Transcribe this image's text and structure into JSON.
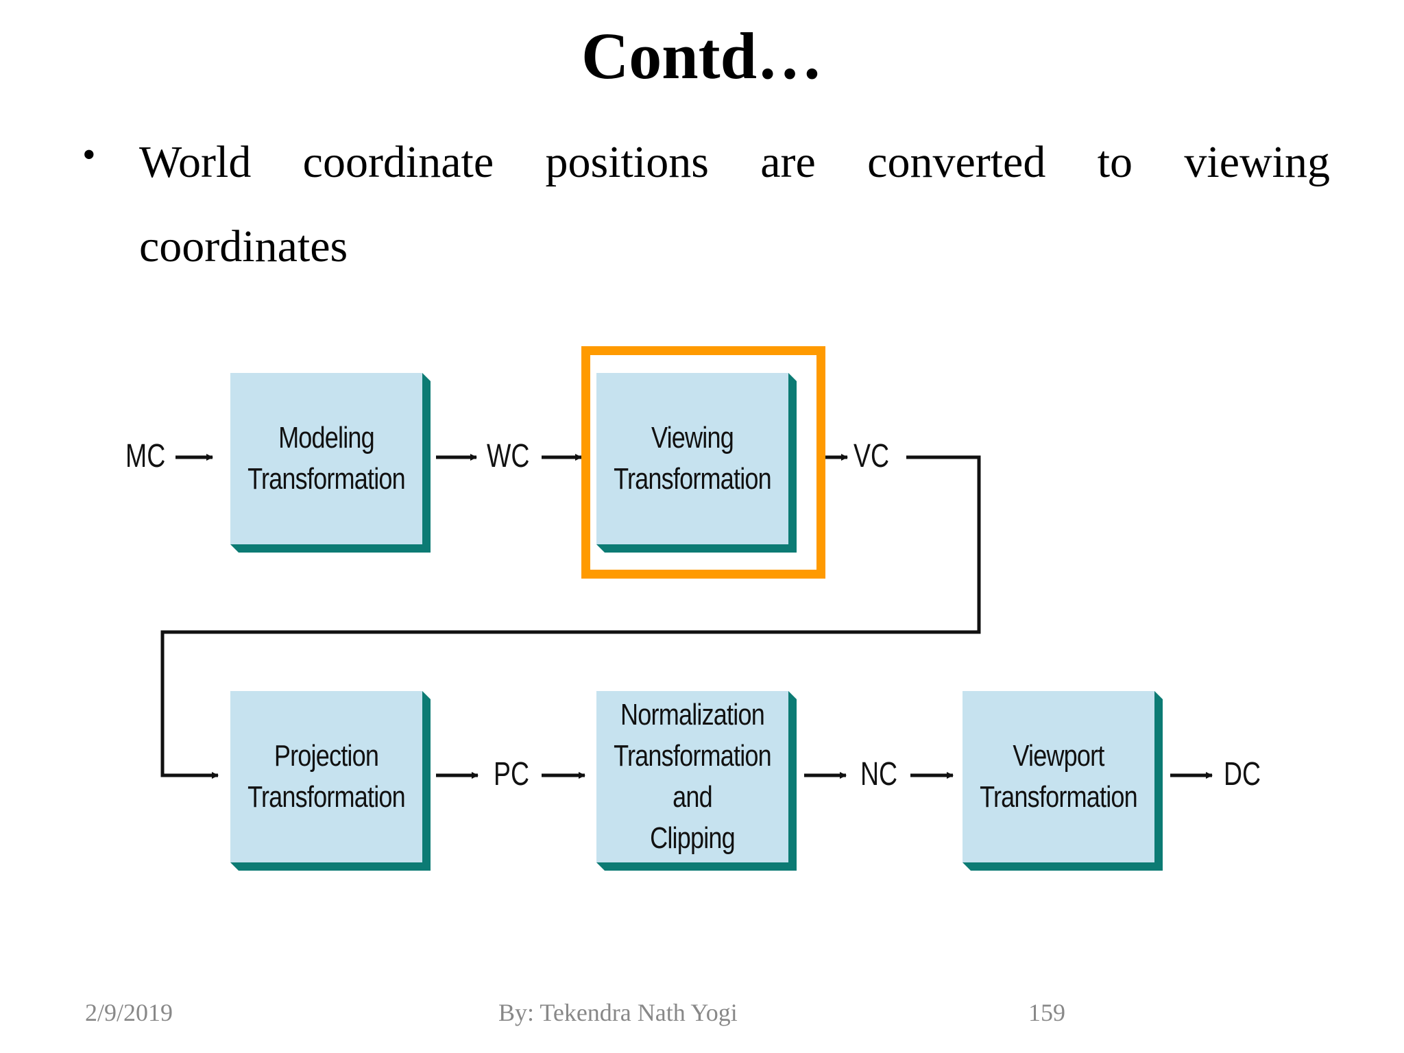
{
  "slide": {
    "title": "Contd…",
    "bullet_symbol": "•",
    "bullet_words": [
      "World",
      "coordinate",
      "positions",
      "are",
      "converted",
      "to",
      "viewing"
    ],
    "bullet_line2": "coordinates"
  },
  "diagram": {
    "boxes": {
      "modeling": [
        "Modeling",
        "Transformation"
      ],
      "viewing": [
        "Viewing",
        "Transformation"
      ],
      "projection": [
        "Projection",
        "Transformation"
      ],
      "normalization": [
        "Normalization",
        "Transformation",
        "and",
        "Clipping"
      ],
      "viewport": [
        "Viewport",
        "Transformation"
      ]
    },
    "labels": {
      "mc": "MC",
      "wc": "WC",
      "vc": "VC",
      "pc": "PC",
      "nc": "NC",
      "dc": "DC"
    },
    "highlight_color": "#ff9a00",
    "box_color": "#c6e2ef",
    "box_shadow_color": "#0c7b74"
  },
  "footer": {
    "date": "2/9/2019",
    "author": "By: Tekendra Nath Yogi",
    "page": "159"
  }
}
